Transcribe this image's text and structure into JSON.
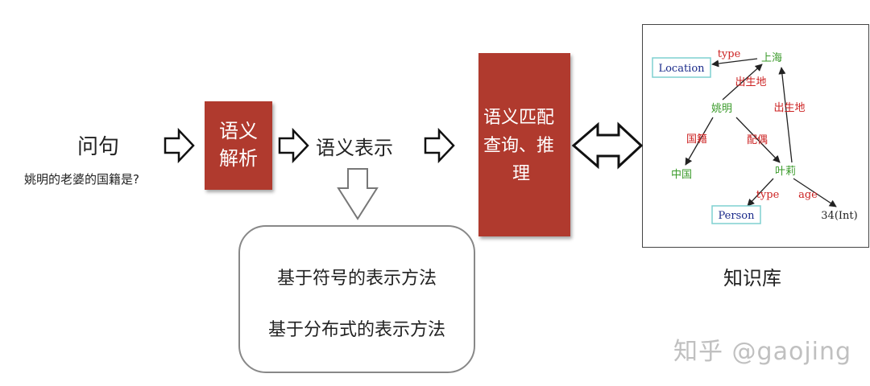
{
  "question": {
    "title": "问句",
    "text": "姚明的老婆的国籍是?"
  },
  "semantic_parse": {
    "line1": "语义",
    "line2": "解析"
  },
  "semantic_rep": {
    "title": "语义表示"
  },
  "methods": {
    "symbolic": "基于符号的表示方法",
    "distributed": "基于分布式的表示方法"
  },
  "match": {
    "line1": "语义匹配",
    "line2": "查询、推",
    "line3": "理"
  },
  "knowledge_base": {
    "title": "知识库",
    "nodes": {
      "location": "Location",
      "shanghai": "上海",
      "yaoming": "姚明",
      "china": "中国",
      "yeli": "叶莉",
      "person": "Person",
      "age_value": "34(Int)"
    },
    "edges": {
      "type_location": "type",
      "birthplace_yaoming": "出生地",
      "birthplace_yeli": "出生地",
      "nationality": "国籍",
      "spouse": "配偶",
      "type_person": "type",
      "age": "age"
    }
  },
  "watermark": "知乎 @gaojing",
  "colors": {
    "red_box": "#b03a2e",
    "node_green": "#3a9a2a",
    "edge_red": "#cc2222",
    "type_node_text": "#1a2a8a",
    "type_node_border": "#7fd0d0"
  }
}
